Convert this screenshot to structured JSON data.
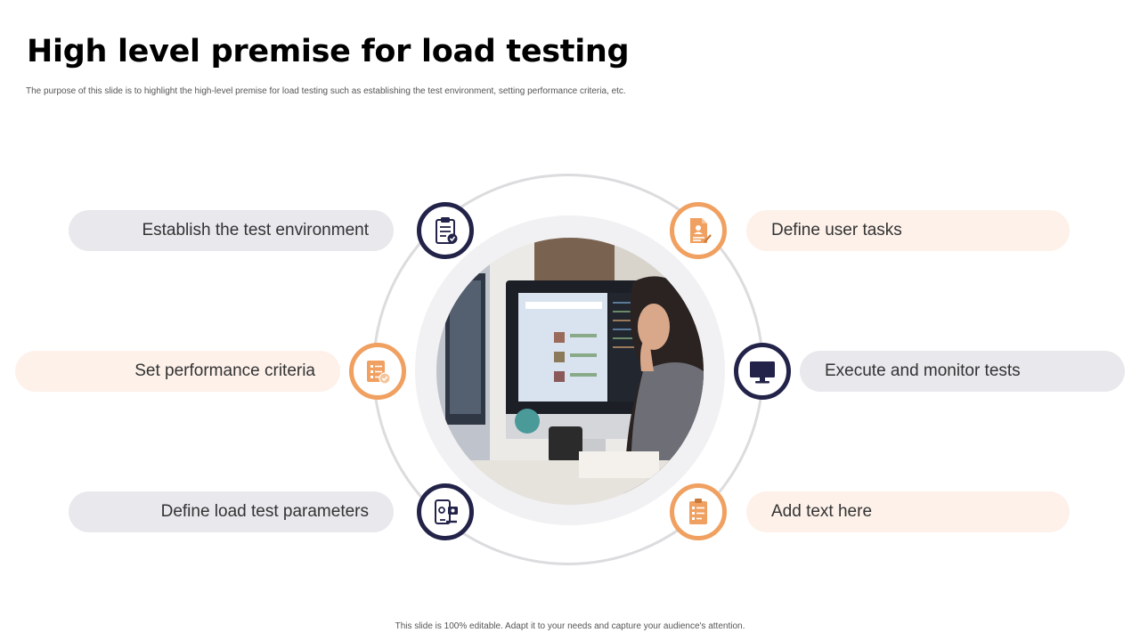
{
  "slide": {
    "title": "High level premise for load testing",
    "subtitle": "The purpose of this slide is to highlight the high-level premise for load testing such as establishing the test environment, setting performance criteria, etc.",
    "footer": "This slide is 100% editable. Adapt it to your needs and capture your audience's attention."
  },
  "items": [
    {
      "label": "Establish the test environment",
      "icon": "clipboard-checklist-icon"
    },
    {
      "label": "Define user tasks",
      "icon": "user-document-icon"
    },
    {
      "label": "Set performance criteria",
      "icon": "criteria-checklist-icon"
    },
    {
      "label": "Execute and monitor tests",
      "icon": "monitor-icon"
    },
    {
      "label": "Define load test parameters",
      "icon": "device-settings-icon"
    },
    {
      "label": "Add text here",
      "icon": "checklist-document-icon"
    }
  ],
  "center_image": "person-at-computer-photo",
  "colors": {
    "navy": "#23234a",
    "orange": "#f0a060",
    "pill_gray": "#e8e8ed",
    "pill_peach": "#fdf1ea"
  }
}
